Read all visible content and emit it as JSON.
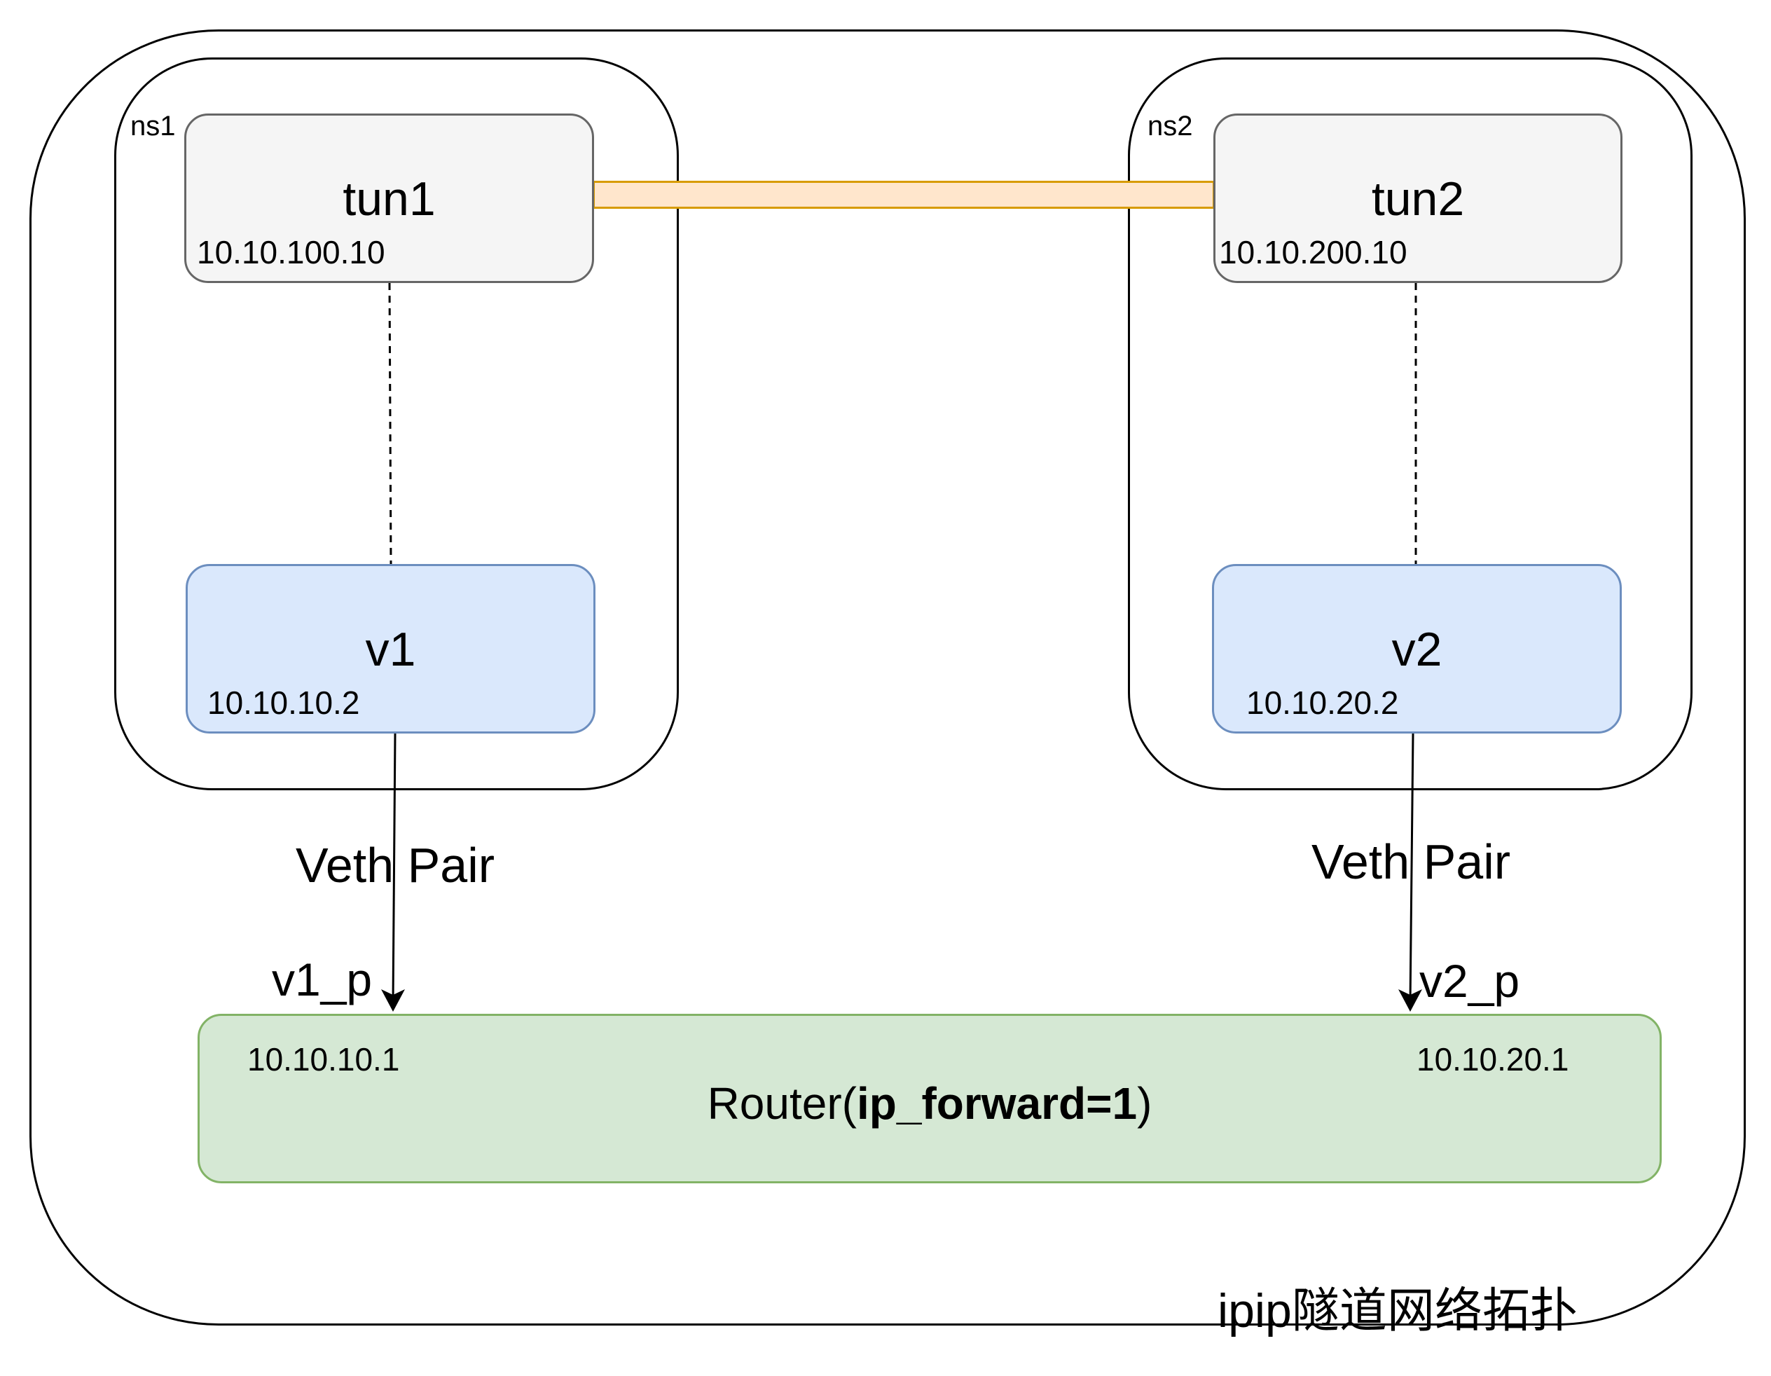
{
  "namespaces": {
    "ns1": {
      "label": "ns1"
    },
    "ns2": {
      "label": "ns2"
    }
  },
  "tun1": {
    "name": "tun1",
    "ip": "10.10.100.10"
  },
  "tun2": {
    "name": "tun2",
    "ip": "10.10.200.10"
  },
  "v1": {
    "name": "v1",
    "ip": "10.10.10.2"
  },
  "v2": {
    "name": "v2",
    "ip": "10.10.20.2"
  },
  "links": {
    "left_label": "Veth Pair",
    "right_label": "Veth Pair",
    "v1_peer": "v1_p",
    "v2_peer": "v2_p"
  },
  "router": {
    "title_prefix": "Router(",
    "title_bold": "ip_forward=1",
    "title_suffix": ")",
    "left_ip": "10.10.10.1",
    "right_ip": "10.10.20.1"
  },
  "caption": "ipip隧道网络拓扑",
  "colors": {
    "tun_fill": "#f5f5f5",
    "tun_stroke": "#666666",
    "veth_fill": "#dae8fc",
    "veth_stroke": "#6c8ebf",
    "router_fill": "#d5e8d4",
    "router_stroke": "#82b366",
    "tunnel_fill": "#ffe6cc",
    "tunnel_stroke": "#d79b00"
  }
}
